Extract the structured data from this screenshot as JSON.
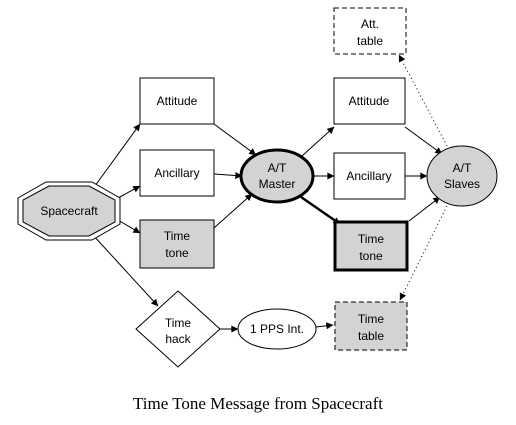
{
  "caption": "Time Tone Message from Spacecraft",
  "colors": {
    "shaded_fill": "#d3d3d3",
    "plain_fill": "#ffffff",
    "stroke": "#000000"
  },
  "nodes": {
    "spacecraft": {
      "label": "Spacecraft",
      "shape": "octagon",
      "fill": "shaded"
    },
    "attitude_left": {
      "label": "Attitude",
      "shape": "rectangle",
      "fill": "plain"
    },
    "ancillary_left": {
      "label": "Ancillary",
      "shape": "rectangle",
      "fill": "plain"
    },
    "time_tone_left": {
      "lines": [
        "Time",
        "tone"
      ],
      "shape": "rectangle",
      "fill": "shaded"
    },
    "time_hack": {
      "lines": [
        "Time",
        "hack"
      ],
      "shape": "diamond",
      "fill": "plain"
    },
    "at_master": {
      "lines": [
        "A/T",
        "Master"
      ],
      "shape": "ellipse",
      "fill": "shaded",
      "border": "bold"
    },
    "pps": {
      "label": "1 PPS Int.",
      "shape": "ellipse",
      "fill": "plain"
    },
    "attitude_right": {
      "label": "Attitude",
      "shape": "rectangle",
      "fill": "plain"
    },
    "ancillary_right": {
      "label": "Ancillary",
      "shape": "rectangle",
      "fill": "plain"
    },
    "time_tone_right": {
      "lines": [
        "Time",
        "tone"
      ],
      "shape": "rectangle",
      "fill": "shaded",
      "border": "bold"
    },
    "att_table": {
      "lines": [
        "Att.",
        "table"
      ],
      "shape": "rectangle",
      "fill": "plain",
      "border": "dashed"
    },
    "time_table": {
      "lines": [
        "Time",
        "table"
      ],
      "shape": "rectangle",
      "fill": "shaded",
      "border": "dashed"
    },
    "at_slaves": {
      "lines": [
        "A/T",
        "Slaves"
      ],
      "shape": "ellipse",
      "fill": "shaded"
    }
  },
  "edges": [
    {
      "from": "spacecraft",
      "to": "attitude_left",
      "style": "solid"
    },
    {
      "from": "spacecraft",
      "to": "ancillary_left",
      "style": "solid"
    },
    {
      "from": "spacecraft",
      "to": "time_tone_left",
      "style": "solid"
    },
    {
      "from": "spacecraft",
      "to": "time_hack",
      "style": "solid"
    },
    {
      "from": "attitude_left",
      "to": "at_master",
      "style": "solid"
    },
    {
      "from": "ancillary_left",
      "to": "at_master",
      "style": "solid"
    },
    {
      "from": "time_tone_left",
      "to": "at_master",
      "style": "solid"
    },
    {
      "from": "time_hack",
      "to": "pps",
      "style": "solid"
    },
    {
      "from": "pps",
      "to": "time_table",
      "style": "solid"
    },
    {
      "from": "at_master",
      "to": "attitude_right",
      "style": "solid"
    },
    {
      "from": "at_master",
      "to": "ancillary_right",
      "style": "solid"
    },
    {
      "from": "at_master",
      "to": "time_tone_right",
      "style": "bold"
    },
    {
      "from": "attitude_right",
      "to": "at_slaves",
      "style": "solid"
    },
    {
      "from": "ancillary_right",
      "to": "at_slaves",
      "style": "solid"
    },
    {
      "from": "time_tone_right",
      "to": "at_slaves",
      "style": "solid"
    },
    {
      "from": "at_slaves",
      "to": "att_table",
      "style": "dotted"
    },
    {
      "from": "at_slaves",
      "to": "time_table",
      "style": "dotted"
    }
  ]
}
